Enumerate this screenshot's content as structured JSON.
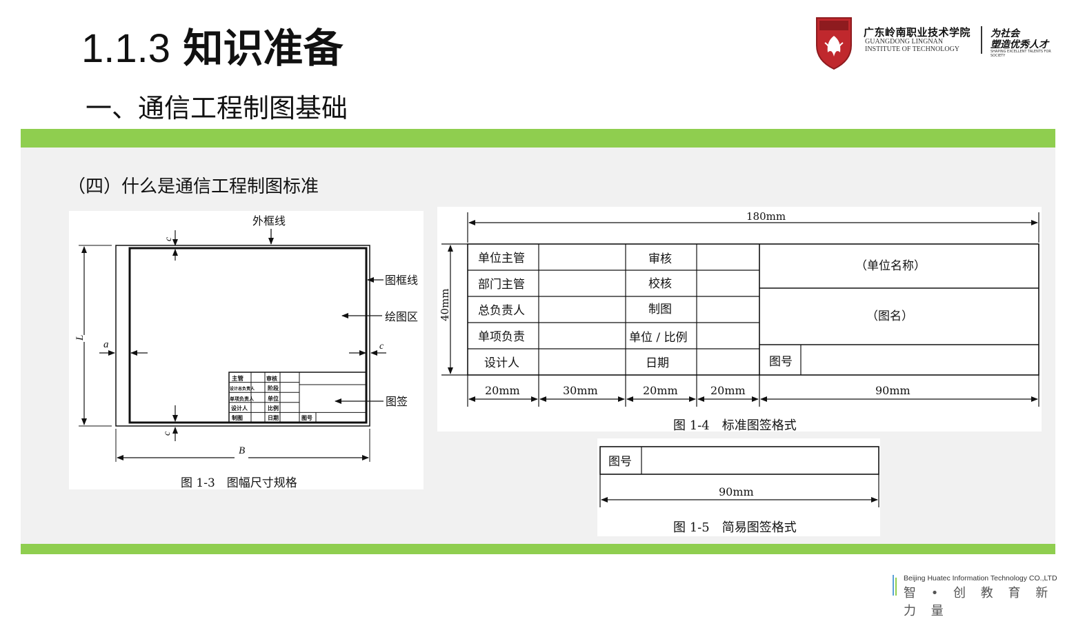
{
  "header": {
    "title_number": "1.1.3",
    "title_text": "知识准备",
    "subtitle": "一、通信工程制图基础"
  },
  "logo": {
    "cn_name": "广东岭南职业技术学院",
    "en_line1": "GUANGDONG LINGNAN",
    "en_line2": "INSTITUTE OF TECHNOLOGY",
    "slogan_line1": "为社会",
    "slogan_line2": "塑造优秀人才",
    "slogan_small": "SHAPING EXCELLENT TALENTS FOR SOCIETY",
    "colors": {
      "shield": "#c0282d",
      "shield_dark": "#8e1b1f"
    }
  },
  "section_heading": "（四）什么是通信工程制图标准",
  "fig13": {
    "caption": "图 1-3　图幅尺寸规格",
    "labels": {
      "outer_frame": "外框线",
      "frame_line": "图框线",
      "drawing_area": "绘图区",
      "title_block": "图签",
      "dim_L": "L",
      "dim_B": "B",
      "dim_a": "a",
      "dim_c": "c"
    },
    "mini_table": {
      "rows": [
        [
          "主管",
          "审核",
          ""
        ],
        [
          "设计总负责人",
          "阶段",
          ""
        ],
        [
          "单项负责人",
          "单位",
          ""
        ],
        [
          "设计人",
          "比例",
          ""
        ],
        [
          "制图",
          "日期",
          "图号"
        ]
      ]
    }
  },
  "fig14": {
    "caption": "图 1-4　标准图签格式",
    "width_label": "180mm",
    "height_label": "40mm",
    "col1": [
      "单位主管",
      "部门主管",
      "总负责人",
      "单项负责",
      "设计人"
    ],
    "col3": [
      "审核",
      "校核",
      "制图",
      "单位 / 比例",
      "日期"
    ],
    "unit_name": "（单位名称）",
    "drawing_name": "（图名）",
    "drawing_no": "图号",
    "col_widths": [
      "20mm",
      "30mm",
      "20mm",
      "20mm",
      "90mm"
    ]
  },
  "fig15": {
    "caption": "图 1-5　简易图签格式",
    "label": "图号",
    "width_label": "90mm"
  },
  "footer": {
    "company": "Beijing Huatec Information Technology CO.,LTD",
    "slogan": "智 • 创 教 育 新 力 量"
  },
  "colors": {
    "accent_green": "#8fce4f",
    "panel_bg": "#f1f1f1"
  }
}
